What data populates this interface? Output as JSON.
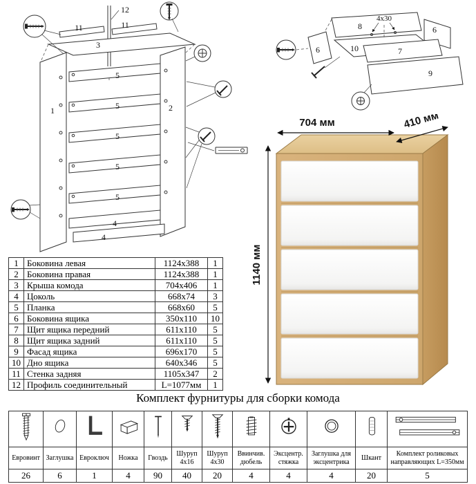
{
  "title": "Комплект фурнитуры для сборки комода",
  "render": {
    "width_label": "704 мм",
    "depth_label": "410 мм",
    "height_label": "1140 мм"
  },
  "diagram": {
    "p1": "1",
    "p2": "2",
    "p3": "3",
    "p4": "4",
    "p5": "5",
    "p6": "6",
    "p7": "7",
    "p8": "8",
    "p9": "9",
    "p10": "10",
    "p11": "11",
    "p12": "12",
    "screw_note": "4x30"
  },
  "parts_table": {
    "rows": [
      {
        "num": "1",
        "name": "Боковина левая",
        "size": "1124x388",
        "qty": "1"
      },
      {
        "num": "2",
        "name": "Боковина правая",
        "size": "1124x388",
        "qty": "1"
      },
      {
        "num": "3",
        "name": "Крыша комода",
        "size": "704x406",
        "qty": "1"
      },
      {
        "num": "4",
        "name": "Цоколь",
        "size": "668x74",
        "qty": "3"
      },
      {
        "num": "5",
        "name": "Планка",
        "size": "668x60",
        "qty": "5"
      },
      {
        "num": "6",
        "name": "Боковина ящика",
        "size": "350x110",
        "qty": "10"
      },
      {
        "num": "7",
        "name": "Щит ящика передний",
        "size": "611x110",
        "qty": "5"
      },
      {
        "num": "8",
        "name": "Щит ящика задний",
        "size": "611x110",
        "qty": "5"
      },
      {
        "num": "9",
        "name": "Фасад ящика",
        "size": "696x170",
        "qty": "5"
      },
      {
        "num": "10",
        "name": "Дно ящика",
        "size": "640x346",
        "qty": "5"
      },
      {
        "num": "11",
        "name": "Стенка задняя",
        "size": "1105x347",
        "qty": "2"
      },
      {
        "num": "12",
        "name": "Профиль соединительный",
        "size": "L=1077мм",
        "qty": "1"
      }
    ]
  },
  "hardware": {
    "items": [
      {
        "icon": "euroscrew-icon",
        "label": "Евровинт",
        "qty": "26"
      },
      {
        "icon": "plug-icon",
        "label": "Заглушка",
        "qty": "6"
      },
      {
        "icon": "hex-key-icon",
        "label": "Евроключ",
        "qty": "1"
      },
      {
        "icon": "leg-icon",
        "label": "Ножка",
        "qty": "4"
      },
      {
        "icon": "nail-icon",
        "label": "Гвоздь",
        "qty": "90"
      },
      {
        "icon": "screw-4x16-icon",
        "label": "Шуруп 4х16",
        "qty": "40"
      },
      {
        "icon": "screw-4x30-icon",
        "label": "Шуруп 4х30",
        "qty": "20"
      },
      {
        "icon": "threaded-dowel-icon",
        "label": "Ввинчив. дюбель",
        "qty": "4"
      },
      {
        "icon": "cam-lock-icon",
        "label": "Эксцентр. стяжка",
        "qty": "4"
      },
      {
        "icon": "cam-cap-icon",
        "label": "Заглушка для эксцентрика",
        "qty": "4"
      },
      {
        "icon": "wood-dowel-icon",
        "label": "Шкант",
        "qty": "20"
      },
      {
        "icon": "drawer-slides-icon",
        "label": "Комплект роликовых направляющих L=350мм",
        "qty": "5"
      }
    ]
  }
}
